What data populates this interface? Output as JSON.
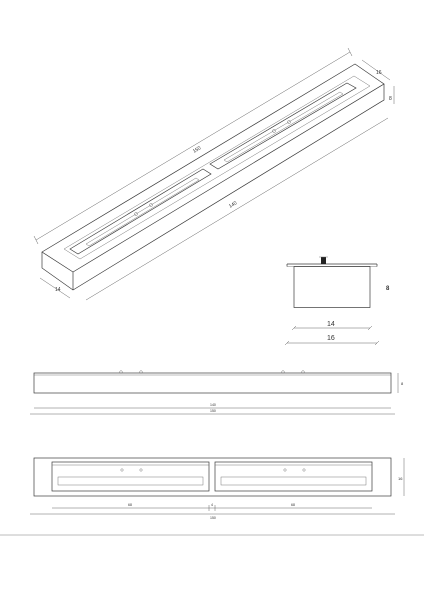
{
  "isometric_view": {
    "dim_length_outer": "150",
    "dim_length_inner": "140",
    "dim_width_inner": "14",
    "dim_width_outer": "16",
    "dim_height": "8"
  },
  "section_view": {
    "dim_height": "8",
    "dim_inner_width": "14",
    "dim_outer_width": "16"
  },
  "side_view": {
    "dim_height": "8",
    "dim_length_inner": "140",
    "dim_length_outer": "150"
  },
  "top_view": {
    "dim_width": "16",
    "dim_left_segment": "68",
    "dim_gap": "4",
    "dim_right_segment": "68",
    "dim_length": "150"
  },
  "colors": {
    "line": "#3a3a3a",
    "background": "#ffffff"
  }
}
